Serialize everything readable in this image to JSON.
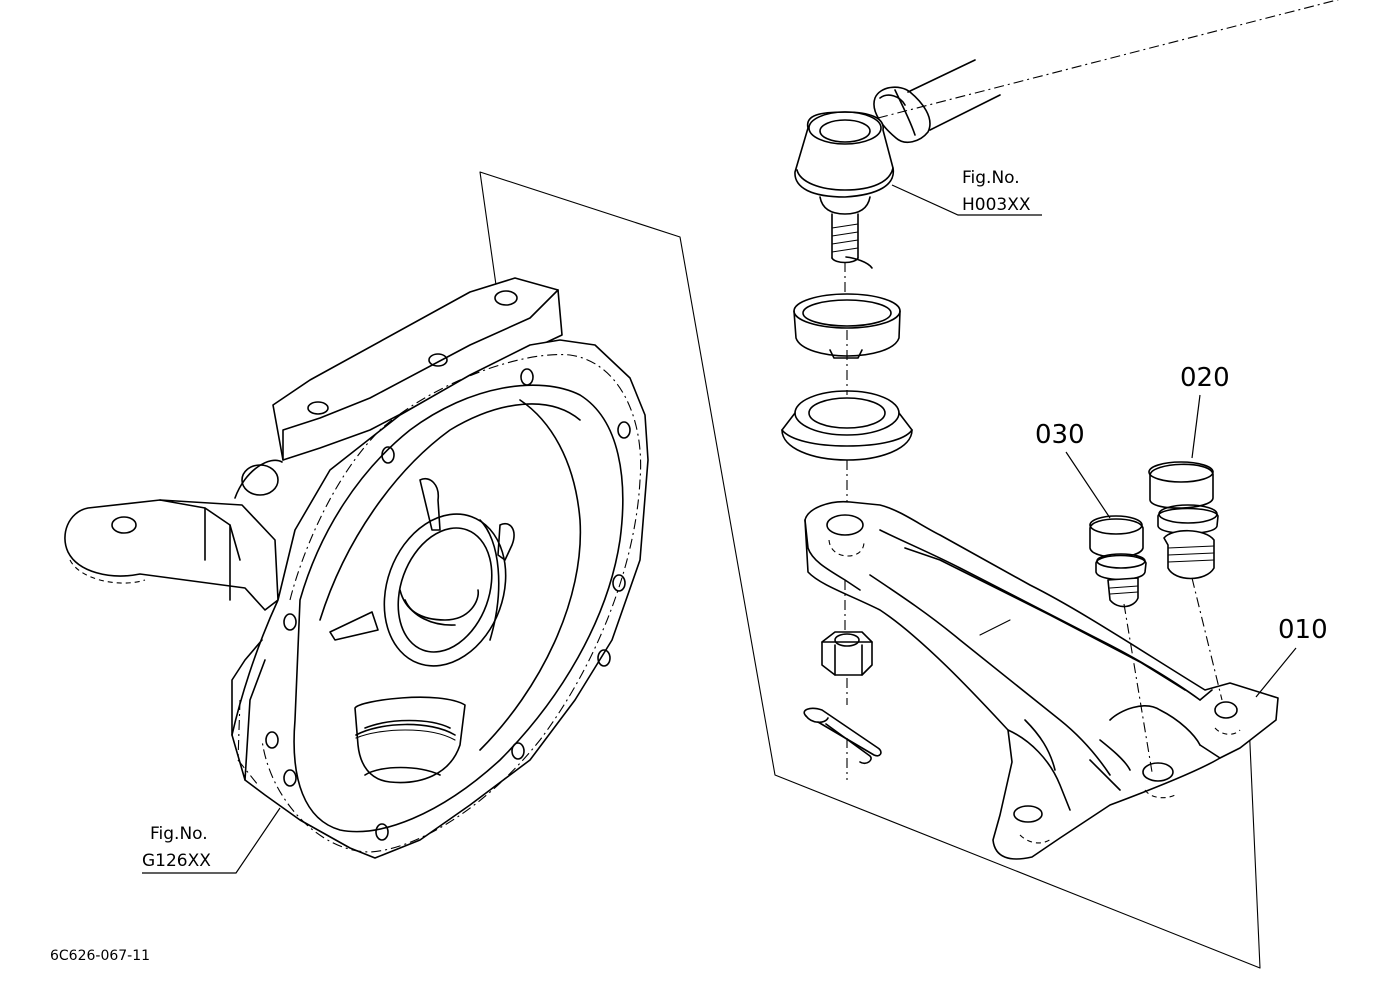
{
  "figure_refs": {
    "h003": {
      "line1": "Fig.No.",
      "line2": "H003XX"
    },
    "g126": {
      "line1": "Fig.No.",
      "line2": "G126XX"
    }
  },
  "callouts": {
    "p010": "010",
    "p020": "020",
    "p030": "030"
  },
  "drawing_code": "6C626-067-11"
}
